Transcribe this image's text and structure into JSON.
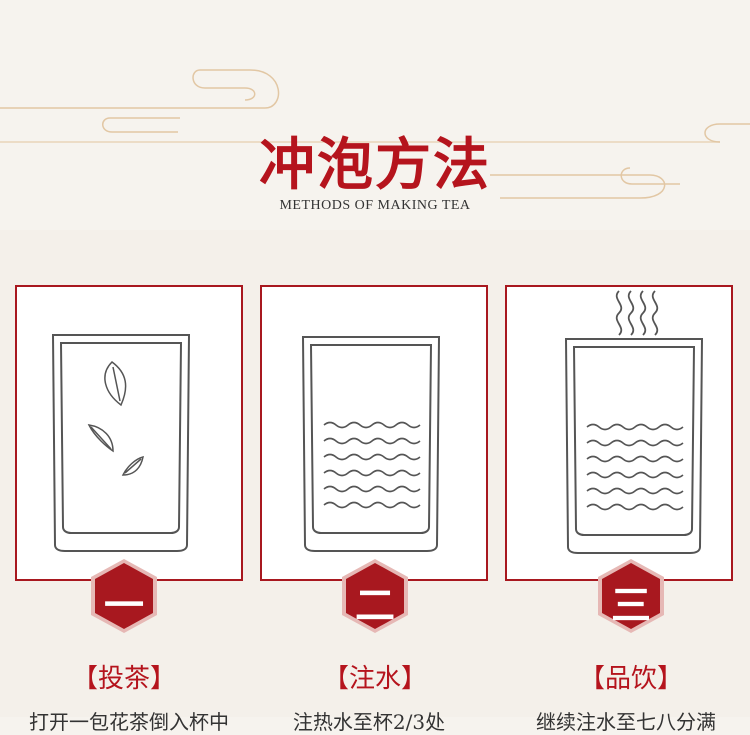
{
  "header": {
    "title": "冲泡方法",
    "subtitle": "METHODS OF MAKING TEA"
  },
  "steps": [
    {
      "number": "一",
      "label": "【投茶】",
      "desc": "打开一包花茶倒入杯中"
    },
    {
      "number": "二",
      "label": "【注水】",
      "desc": "注热水至杯2/3处"
    },
    {
      "number": "三",
      "label": "【品饮】",
      "desc": "继续注水至七八分满"
    }
  ],
  "colors": {
    "accent": "#a8181f",
    "background": "#f6f3ee",
    "line": "#e4c9a6"
  }
}
